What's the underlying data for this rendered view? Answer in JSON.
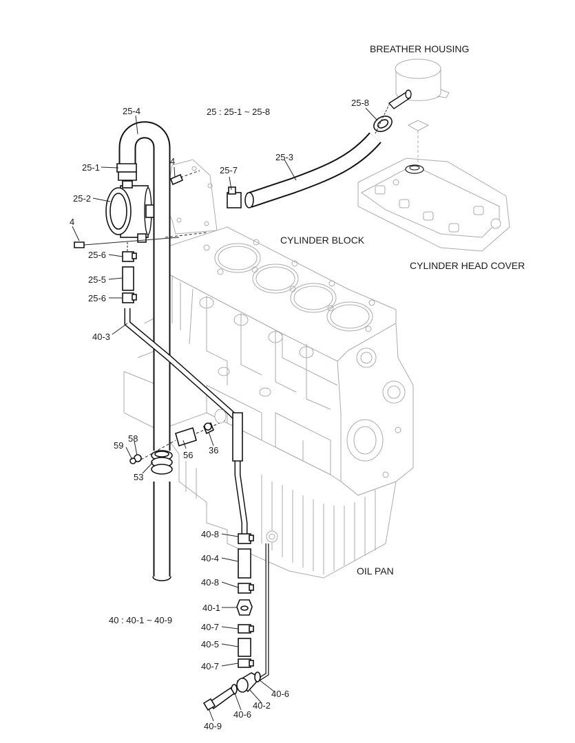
{
  "titles": {
    "breather_housing": "BREATHER HOUSING",
    "cylinder_block": "CYLINDER BLOCK",
    "cylinder_head_cover": "CYLINDER HEAD COVER",
    "oil_pan": "OIL PAN"
  },
  "groups": {
    "group_25": "25 : 25-1 ~ 25-8",
    "group_40": "40 : 40-1 ~ 40-9"
  },
  "callouts": {
    "p25_4": "25-4",
    "p25_1": "25-1",
    "p25_2": "25-2",
    "p4_top": "4",
    "p4_left": "4",
    "p25_7": "25-7",
    "p25_3": "25-3",
    "p25_8": "25-8",
    "p25_6_top": "25-6",
    "p25_5": "25-5",
    "p25_6_bottom": "25-6",
    "p40_3": "40-3",
    "p59": "59",
    "p58": "58",
    "p53": "53",
    "p56": "56",
    "p36": "36",
    "p40_8_top": "40-8",
    "p40_4": "40-4",
    "p40_8_bottom": "40-8",
    "p40_1": "40-1",
    "p40_7_top": "40-7",
    "p40_5": "40-5",
    "p40_7_bottom": "40-7",
    "p40_6_right": "40-6",
    "p40_2": "40-2",
    "p40_6_bottom": "40-6",
    "p40_9": "40-9"
  }
}
